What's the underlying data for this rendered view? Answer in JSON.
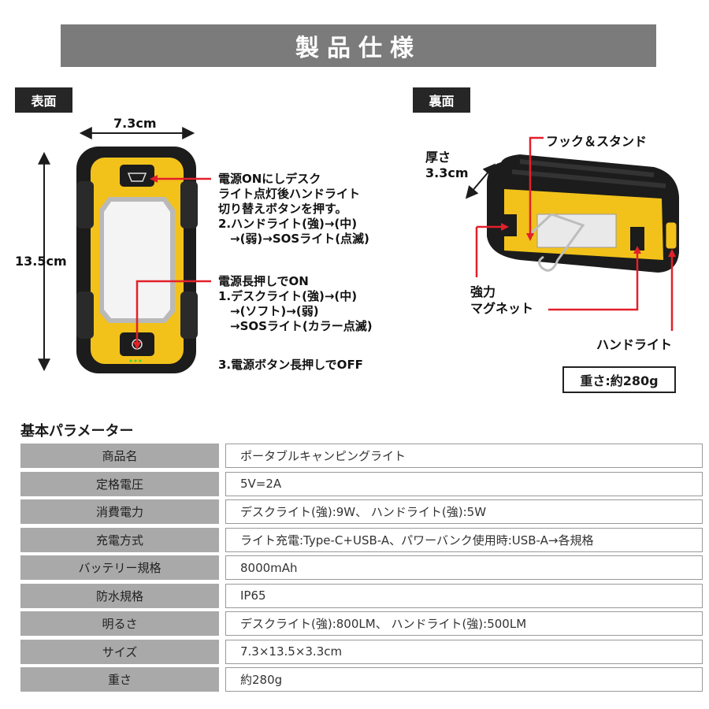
{
  "header": {
    "title": "製品仕様"
  },
  "front": {
    "tag": "表面",
    "width_label": "7.3cm",
    "height_label": "13.5cm",
    "note_top": "電源ONにしデスク\nライト点灯後ハンドライト\n切り替えボタンを押す。\n2.ハンドライト(強)→(中)\n　→(弱)→SOSライト(点滅)",
    "note_mid": "電源長押しでON\n1.デスクライト(強)→(中)\n　→(ソフト)→(弱)\n　→SOSライト(カラー点滅)",
    "note_bottom": "3.電源ボタン長押しでOFF"
  },
  "back": {
    "tag": "裏面",
    "thickness_label": "厚さ\n3.3cm",
    "hook_label": "フック＆スタンド",
    "magnet_label": "強力\nマグネット",
    "handlight_label": "ハンドライト",
    "weight_label": "重さ:約280g"
  },
  "params": {
    "title": "基本パラメーター",
    "rows": [
      {
        "key": "商品名",
        "value": "ポータブルキャンピングライト"
      },
      {
        "key": "定格電圧",
        "value": "5V=2A"
      },
      {
        "key": "消費電力",
        "value": "デスクライト(強):9W、 ハンドライト(強):5W"
      },
      {
        "key": "充電方式",
        "value": "ライト充電:Type-C+USB-A、パワーバンク使用時:USB-A→各規格"
      },
      {
        "key": "バッテリー規格",
        "value": "8000mAh"
      },
      {
        "key": "防水規格",
        "value": "IP65"
      },
      {
        "key": "明るさ",
        "value": "デスクライト(強):800LM、 ハンドライト(強):500LM"
      },
      {
        "key": "サイズ",
        "value": "7.3×13.5×3.3cm"
      },
      {
        "key": "重さ",
        "value": "約280g"
      }
    ]
  },
  "colors": {
    "yellow": "#f2c21b",
    "black": "#1c1c1c",
    "arrow_red": "#e3202a",
    "banner": "#7b7b7b"
  }
}
